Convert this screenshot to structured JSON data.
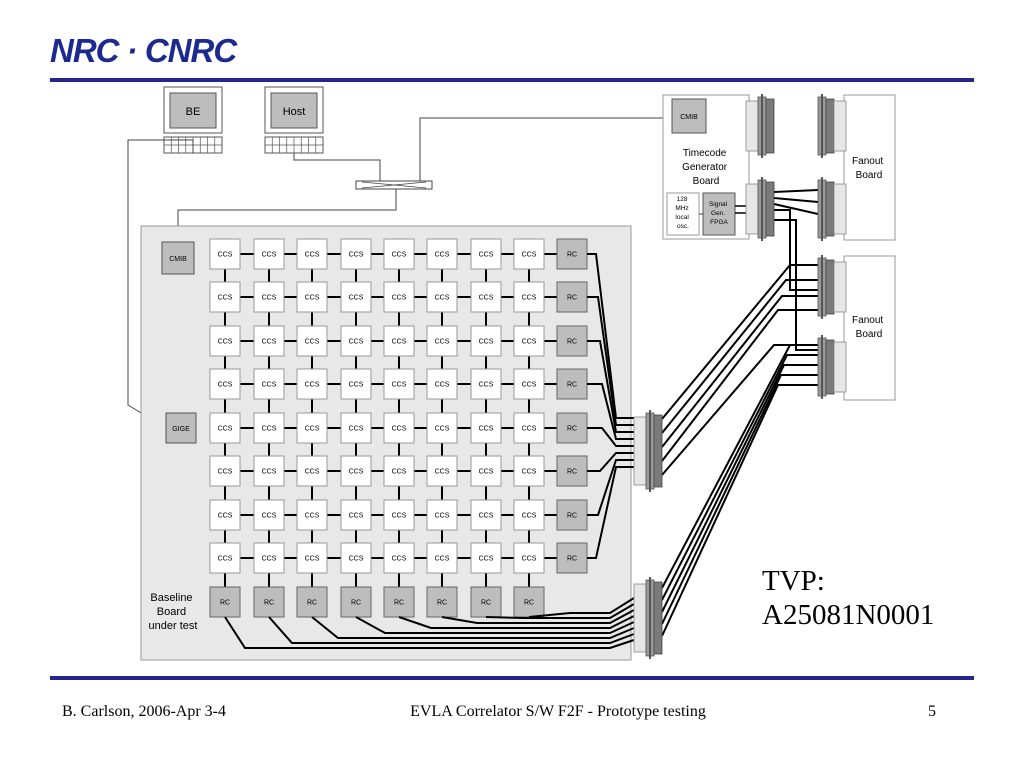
{
  "logo": {
    "text": "NRC · CNRC"
  },
  "colors": {
    "rule": "#25258f",
    "logo": "#1c2a8f",
    "panel": "#e8e8e8",
    "module": "#bdbdbd",
    "ccs_fill": "#ffffff"
  },
  "computers": {
    "be": "BE",
    "host": "Host"
  },
  "timecode": {
    "cmib": "CMIB",
    "title_lines": [
      "Timecode",
      "Generator",
      "Board"
    ],
    "osc_lines": [
      "128",
      "MHz",
      "local",
      "osc."
    ],
    "fpga_lines": [
      "Signal",
      "Gen.",
      "FPGA"
    ]
  },
  "fanout": {
    "lines": [
      "Fanout",
      "Board"
    ]
  },
  "baseline": {
    "cmib": "CMIB",
    "gige": "GIGE",
    "ccs_label": "CCS",
    "rc_label": "RC",
    "label_lines": [
      "Baseline",
      "Board",
      "under test"
    ]
  },
  "tvp": {
    "lines": [
      "TVP:",
      "A25081N0001"
    ]
  },
  "footer": {
    "author": "B. Carlson, 2006-Apr 3-4",
    "title": "EVLA Correlator S/W F2F - Prototype testing",
    "page": "5"
  }
}
